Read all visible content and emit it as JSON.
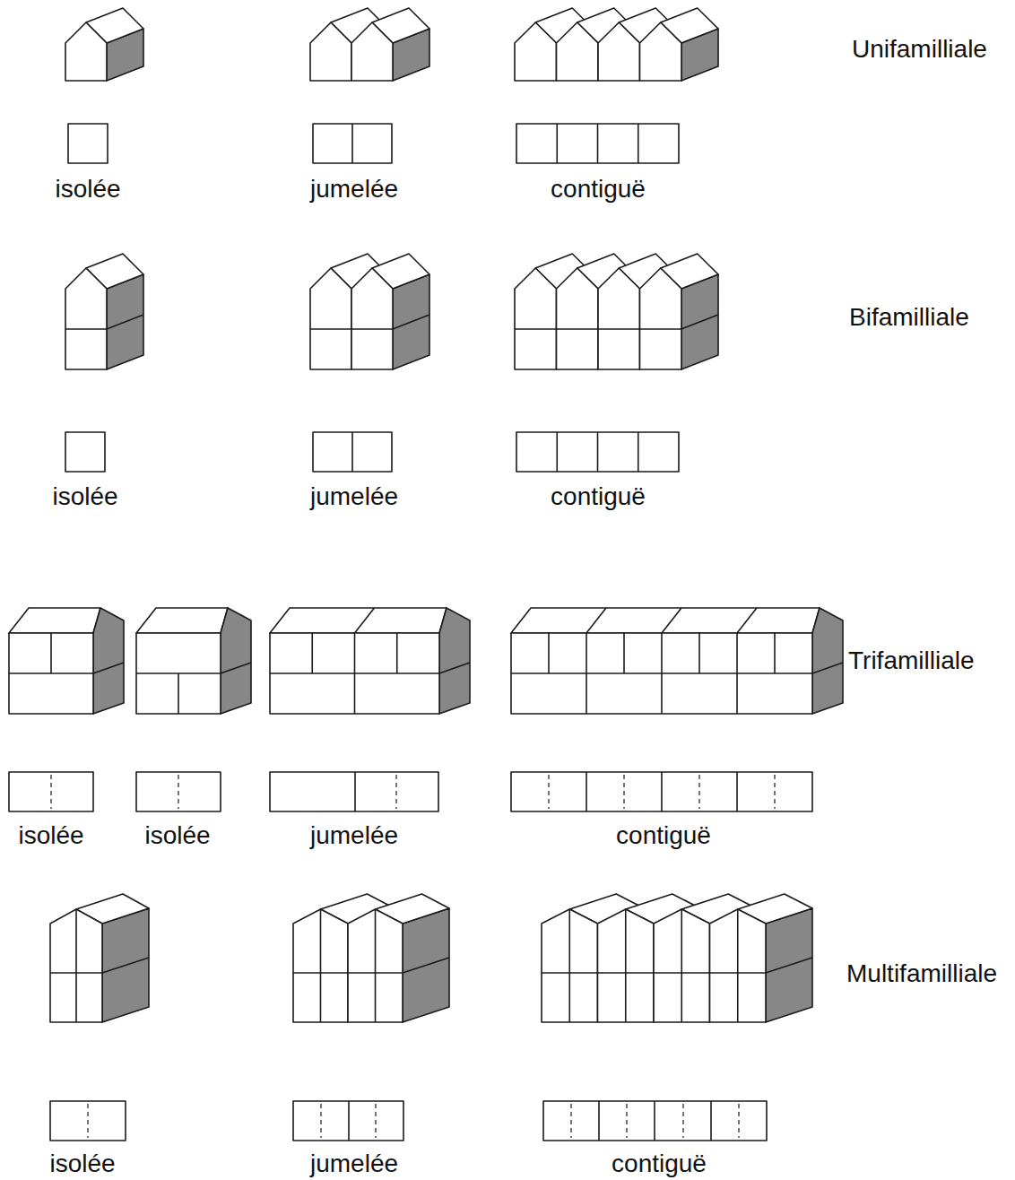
{
  "diagram": {
    "labels": [
      "Unifamilliale",
      "isolée",
      "jumelée",
      "contiguë",
      "Bifamilliale",
      "isolée",
      "jumelée",
      "contiguë",
      "Trifamilliale",
      "isolée",
      "isolée",
      "jumelée",
      "contiguë",
      "Multifamilliale",
      "isolée",
      "jumelée",
      "contiguë"
    ]
  }
}
